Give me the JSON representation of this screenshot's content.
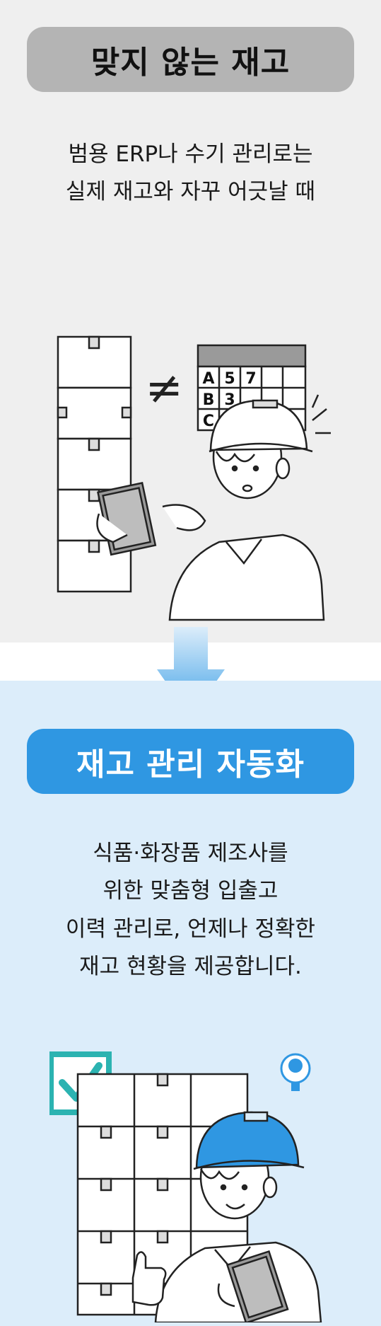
{
  "problem": {
    "title": "맞지 않는 재고",
    "description_lines": [
      "범용 ERP나 수기 관리로는",
      "실제 재고와 자꾸 어긋날 때"
    ],
    "spreadsheet": {
      "rows": [
        [
          "A",
          "5",
          "7"
        ],
        [
          "B",
          "3",
          ""
        ],
        [
          "C",
          "",
          ""
        ]
      ]
    },
    "not_equal_symbol": "≠"
  },
  "solution": {
    "title": "재고 관리 자동화",
    "description_lines": [
      "식품·화장품 제조사를",
      "위한 맞춤형 입출고",
      "이력 관리로, 언제나 정확한",
      "재고 현황을 제공합니다."
    ]
  },
  "colors": {
    "top_bg": "#efefef",
    "bottom_bg": "#dcedfa",
    "accent_blue": "#2f97e2",
    "check_teal": "#2bb3b1"
  }
}
